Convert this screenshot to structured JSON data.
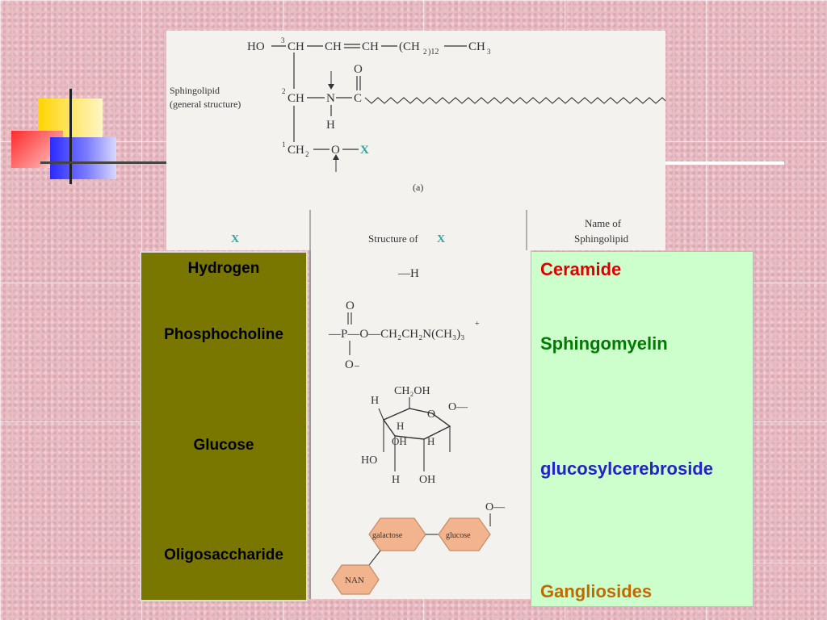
{
  "figure": {
    "top_formula": {
      "ho": "HO",
      "c3": "3",
      "ch_a": "CH",
      "ch_b": "CH",
      "ch_c": "CH",
      "ch2_chain": "(CH",
      "sub2": "2",
      "sub12": ")12",
      "ch3": "CH",
      "sub3": "3"
    },
    "label_sphingolipid": "Sphingolipid",
    "label_general": "(general structure)",
    "c2": "2",
    "c1": "1",
    "ch_mid": "CH",
    "n": "N",
    "c_carbonyl": "C",
    "o_top": "O",
    "h_under_n": "H",
    "ch2_bottom": "CH",
    "sub2_bottom": "2",
    "o_bottom": "O",
    "x_bottom": "X",
    "caption": "(a)",
    "col_x": "X",
    "col_structure": "Structure of",
    "col_structure_x": "X",
    "col_name_1": "Name of",
    "col_name_2": "Sphingolipid"
  },
  "structures": {
    "hydrogen": "—H",
    "phospho_o_top": "O",
    "phospho_p": "P",
    "phospho_line": "—P—O—CH₂CH₂N(CH₃)₃",
    "phospho_plus": "+",
    "phospho_o_bottom": "O₋",
    "glucose_ch2oh": "CH₂OH",
    "glucose_h1": "H",
    "glucose_o": "O",
    "glucose_h2": "H",
    "glucose_oh": "OH",
    "glucose_h3": "H",
    "glucose_ho": "HO",
    "glucose_h4": "H",
    "glucose_oh2": "OH",
    "oligo_o": "O—",
    "oligo_galactose": "galactose",
    "oligo_glucose": "glucose",
    "oligo_nan": "NAN"
  },
  "left_panel": {
    "items": [
      "Hydrogen",
      "Phosphocholine",
      "Glucose",
      "Oligosaccharide"
    ]
  },
  "right_panel": {
    "items": [
      {
        "label": "Ceramide",
        "color": "#e00000"
      },
      {
        "label": "Sphingomyelin",
        "color": "#007a00"
      },
      {
        "label": "glucosylcerebroside",
        "color": "#2323c8"
      },
      {
        "label": "Gangliosides",
        "color": "#c06a00"
      }
    ]
  },
  "colors": {
    "x_green": "#2aa89a",
    "hex_fill": "#f2b48e",
    "hex_stroke": "#c98a66"
  }
}
